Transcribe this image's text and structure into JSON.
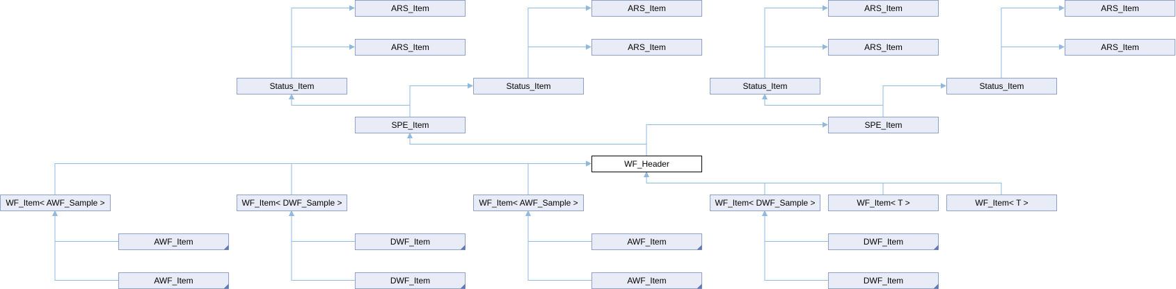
{
  "diagram": {
    "nodes": [
      {
        "id": "ars1",
        "label": "ARS_Item"
      },
      {
        "id": "ars2",
        "label": "ARS_Item"
      },
      {
        "id": "ars3",
        "label": "ARS_Item"
      },
      {
        "id": "ars4",
        "label": "ARS_Item"
      },
      {
        "id": "ars5",
        "label": "ARS_Item"
      },
      {
        "id": "ars6",
        "label": "ARS_Item"
      },
      {
        "id": "ars7",
        "label": "ARS_Item"
      },
      {
        "id": "ars8",
        "label": "ARS_Item"
      },
      {
        "id": "st1",
        "label": "Status_Item"
      },
      {
        "id": "st2",
        "label": "Status_Item"
      },
      {
        "id": "st3",
        "label": "Status_Item"
      },
      {
        "id": "st4",
        "label": "Status_Item"
      },
      {
        "id": "spe1",
        "label": "SPE_Item"
      },
      {
        "id": "spe2",
        "label": "SPE_Item"
      },
      {
        "id": "wfh",
        "label": "WF_Header",
        "focus": true
      },
      {
        "id": "wfi1",
        "label": "WF_Item< AWF_Sample >"
      },
      {
        "id": "wfi2",
        "label": "WF_Item< DWF_Sample >"
      },
      {
        "id": "wfi3",
        "label": "WF_Item< AWF_Sample >"
      },
      {
        "id": "wfi4",
        "label": "WF_Item< DWF_Sample >"
      },
      {
        "id": "wfi5",
        "label": "WF_Item< T >"
      },
      {
        "id": "wfi6",
        "label": "WF_Item< T >"
      },
      {
        "id": "awf1",
        "label": "AWF_Item",
        "truncated": true
      },
      {
        "id": "awf2",
        "label": "AWF_Item",
        "truncated": true
      },
      {
        "id": "dwf1",
        "label": "DWF_Item",
        "truncated": true
      },
      {
        "id": "dwf2",
        "label": "DWF_Item",
        "truncated": true
      },
      {
        "id": "awf3",
        "label": "AWF_Item",
        "truncated": true
      },
      {
        "id": "awf4",
        "label": "AWF_Item",
        "truncated": true
      },
      {
        "id": "dwf3",
        "label": "DWF_Item",
        "truncated": true
      },
      {
        "id": "dwf4",
        "label": "DWF_Item",
        "truncated": true
      }
    ],
    "edges": [
      {
        "from": "st1",
        "to": "ars1"
      },
      {
        "from": "st1",
        "to": "ars2"
      },
      {
        "from": "st2",
        "to": "ars3"
      },
      {
        "from": "st2",
        "to": "ars4"
      },
      {
        "from": "st3",
        "to": "ars5"
      },
      {
        "from": "st3",
        "to": "ars6"
      },
      {
        "from": "st4",
        "to": "ars7"
      },
      {
        "from": "st4",
        "to": "ars8"
      },
      {
        "from": "spe1",
        "to": "st1"
      },
      {
        "from": "spe1",
        "to": "st2"
      },
      {
        "from": "spe2",
        "to": "st3"
      },
      {
        "from": "spe2",
        "to": "st4"
      },
      {
        "from": "wfh",
        "to": "spe1"
      },
      {
        "from": "wfh",
        "to": "spe2"
      },
      {
        "from": "wfi1",
        "to": "wfh"
      },
      {
        "from": "wfi2",
        "to": "wfh"
      },
      {
        "from": "wfi3",
        "to": "wfh"
      },
      {
        "from": "wfi4",
        "to": "wfh"
      },
      {
        "from": "wfi5",
        "to": "wfh"
      },
      {
        "from": "wfi6",
        "to": "wfh"
      },
      {
        "from": "awf1",
        "to": "wfi1"
      },
      {
        "from": "awf2",
        "to": "wfi1"
      },
      {
        "from": "dwf1",
        "to": "wfi2"
      },
      {
        "from": "dwf2",
        "to": "wfi2"
      },
      {
        "from": "awf3",
        "to": "wfi3"
      },
      {
        "from": "awf4",
        "to": "wfi3"
      },
      {
        "from": "dwf3",
        "to": "wfi4"
      },
      {
        "from": "dwf4",
        "to": "wfi4"
      }
    ]
  },
  "colors": {
    "node_fill": "#e8ecf6",
    "node_border": "#8f9fc8",
    "focus_fill": "#ffffff",
    "focus_border": "#000000",
    "edge": "#8fb9e0",
    "corner_mark": "#5f79b5"
  }
}
